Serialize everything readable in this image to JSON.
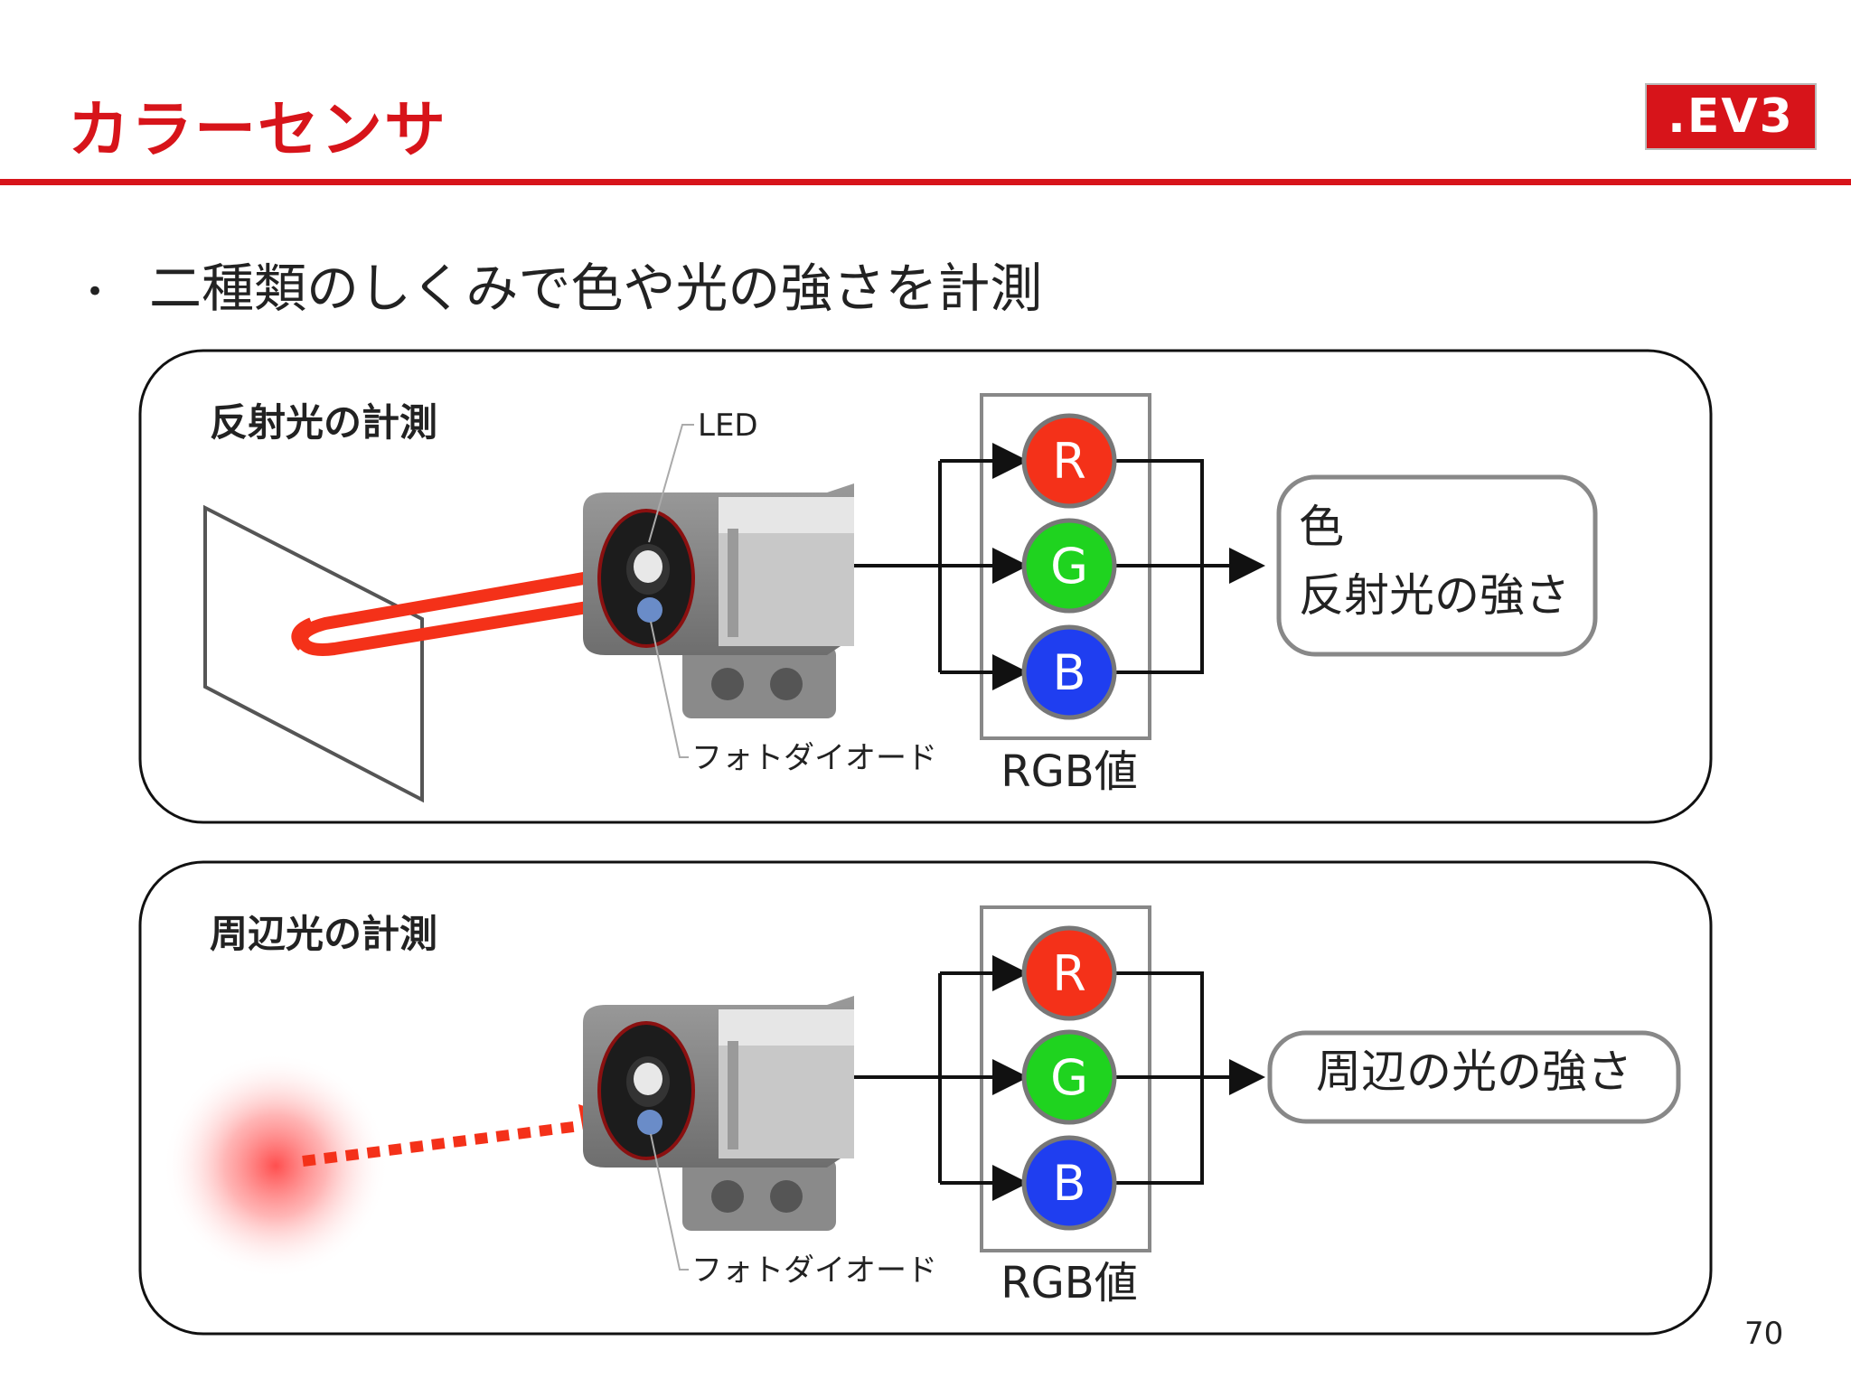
{
  "slide": {
    "title": "カラーセンサ",
    "logo_text": ".EV3",
    "bullet": "二種類のしくみで色や光の強さを計測",
    "page_number": "70"
  },
  "panel_reflected": {
    "title": "反射光の計測",
    "led_label": "LED",
    "photodiode_label": "フォトダイオード",
    "channels": [
      "R",
      "G",
      "B"
    ],
    "rgb_label": "RGB値",
    "result_line1": "色",
    "result_line2": "反射光の強さ"
  },
  "panel_ambient": {
    "title": "周辺光の計測",
    "photodiode_label": "フォトダイオード",
    "channels": [
      "R",
      "G",
      "B"
    ],
    "rgb_label": "RGB値",
    "result": "周辺の光の強さ"
  },
  "colors": {
    "accent": "#d7141a",
    "red_channel": "#f43119",
    "green_channel": "#1fd31f",
    "blue_channel": "#1f3ef0"
  }
}
